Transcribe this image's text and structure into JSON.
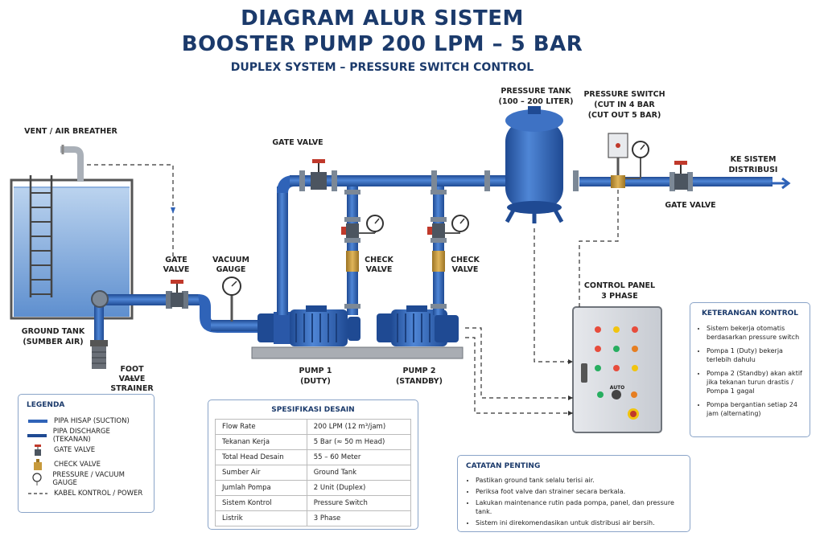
{
  "title_line1": "DIAGRAM ALUR SISTEM",
  "title_line2": "BOOSTER PUMP 200 LPM – 5 BAR",
  "subtitle": "DUPLEX SYSTEM – PRESSURE SWITCH CONTROL",
  "labels": {
    "vent": "VENT / AIR BREATHER",
    "ground_tank_1": "GROUND TANK",
    "ground_tank_2": "(SUMBER AIR)",
    "foot_valve_1": "FOOT VALVE",
    "foot_valve_2": "+ STRAINER",
    "gate_valve_suction_1": "GATE",
    "gate_valve_suction_2": "VALVE",
    "vacuum_gauge_1": "VACUUM",
    "vacuum_gauge_2": "GAUGE",
    "gate_valve_top": "GATE VALVE",
    "check_valve_1a": "CHECK",
    "check_valve_1b": "VALVE",
    "check_valve_2a": "CHECK",
    "check_valve_2b": "VALVE",
    "pump1_1": "PUMP 1",
    "pump1_2": "(DUTY)",
    "pump2_1": "PUMP 2",
    "pump2_2": "(STANDBY)",
    "pressure_tank_1": "PRESSURE TANK",
    "pressure_tank_2": "(100 – 200 LITER)",
    "pressure_switch_1": "PRESSURE SWITCH",
    "pressure_switch_2": "(CUT IN 4 BAR",
    "pressure_switch_3": "(CUT OUT 5 BAR)",
    "ke_sistem_1": "KE SISTEM",
    "ke_sistem_2": "DISTRIBUSI",
    "gate_valve_out": "GATE VALVE",
    "control_panel_1": "CONTROL PANEL",
    "control_panel_2": "3 PHASE",
    "auto": "AUTO"
  },
  "legend": {
    "title": "LEGENDA",
    "items": [
      {
        "label": "PIPA HISAP (SUCTION)",
        "icon": "suction-pipe"
      },
      {
        "label": "PIPA DISCHARGE (TEKANAN)",
        "icon": "discharge-pipe"
      },
      {
        "label": "GATE VALVE",
        "icon": "gate-valve"
      },
      {
        "label": "CHECK VALVE",
        "icon": "check-valve"
      },
      {
        "label": "PRESSURE / VACUUM GAUGE",
        "icon": "gauge"
      },
      {
        "label": "KABEL KONTROL / POWER",
        "icon": "dashed-line"
      }
    ]
  },
  "spec": {
    "title": "SPESIFIKASI DESAIN",
    "rows": [
      {
        "k": "Flow Rate",
        "v": "200 LPM (12 m³/jam)"
      },
      {
        "k": "Tekanan Kerja",
        "v": "5 Bar (≈ 50 m Head)"
      },
      {
        "k": "Total Head Desain",
        "v": "55 – 60 Meter"
      },
      {
        "k": "Sumber Air",
        "v": "Ground Tank"
      },
      {
        "k": "Jumlah Pompa",
        "v": "2 Unit (Duplex)"
      },
      {
        "k": "Sistem Kontrol",
        "v": "Pressure Switch"
      },
      {
        "k": "Listrik",
        "v": "3 Phase"
      }
    ]
  },
  "keterangan": {
    "title": "KETERANGAN KONTROL",
    "items": [
      "Sistem bekerja otomatis berdasarkan pressure switch",
      "Pompa 1 (Duty) bekerja terlebih dahulu",
      "Pompa 2 (Standby) akan aktif jika tekanan turun drastis / Pompa 1 gagal",
      "Pompa bergantian setiap 24 jam (alternating)"
    ]
  },
  "catatan": {
    "title": "CATATAN PENTING",
    "items": [
      "Pastikan ground tank selalu terisi air.",
      "Periksa foot valve dan strainer secara berkala.",
      "Lakukan maintenance rutin pada pompa, panel, dan pressure tank.",
      "Sistem ini direkomendasikan untuk distribusi air bersih."
    ]
  },
  "colors": {
    "pipe": "#2f63b8",
    "pipe_dark": "#1f4a93",
    "tank_water": "#6fa0d8",
    "title": "#1b3a6b",
    "valve_red": "#c0392b",
    "brass": "#c79a3c"
  }
}
